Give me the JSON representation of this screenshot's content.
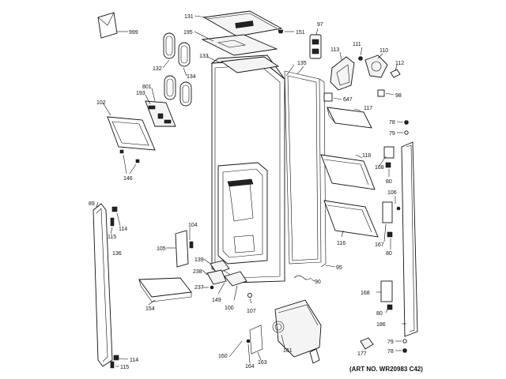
{
  "diagram": {
    "art_number": "(ART NO. WR20983 C42)",
    "labels": {
      "p999": "999",
      "p131": "131",
      "p97": "97",
      "p151": "151",
      "p195": "195",
      "p132": "132",
      "p133": "133",
      "p134": "134",
      "p135": "135",
      "p113": "113",
      "p111": "111",
      "p110": "110",
      "p112": "112",
      "p801": "801",
      "p193": "193",
      "p98": "98",
      "p647": "647",
      "p102": "102",
      "p117": "117",
      "p78a": "78",
      "p79a": "79",
      "p118": "118",
      "p168a": "168",
      "p80a": "80",
      "p146": "146",
      "p106": "106",
      "p89": "89",
      "p114a": "114",
      "p115a": "115",
      "p104": "104",
      "p116": "116",
      "p105": "105",
      "p167": "167",
      "p80b": "80",
      "p136": "136",
      "p95": "95",
      "p139": "139",
      "p238": "238",
      "p237": "237",
      "p90": "90",
      "p154": "154",
      "p149": "149",
      "p100": "100",
      "p107": "107",
      "p168b": "168",
      "p80c": "80",
      "p186": "186",
      "p161": "161",
      "p160": "160",
      "p164": "164",
      "p163": "163",
      "p114b": "114",
      "p115b": "115",
      "p79b": "79",
      "p177": "177",
      "p78b": "78"
    }
  }
}
